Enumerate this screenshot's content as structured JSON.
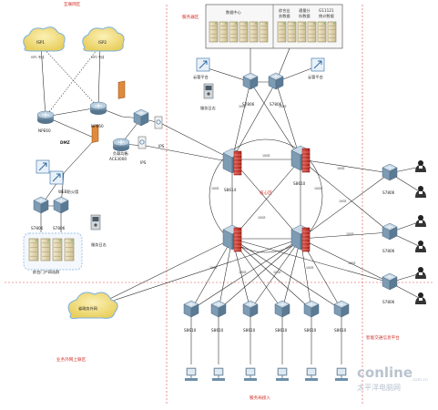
{
  "zones": {
    "internet": "互联网区",
    "service": "服务器区",
    "core": "核心区",
    "business_net": "业务外网上联区",
    "smart_traffic": "智能交通信息平台",
    "terminal_access": "服务局接入"
  },
  "datacenter": {
    "left_label": "数据中心",
    "right_lines": [
      "综合业",
      "通量分",
      "G11121",
      "务数据",
      "析数据",
      "统计数据"
    ]
  },
  "nodes": {
    "isp1": "ISP1",
    "isp2": "ISP2",
    "isp1_sub": "ISP1 专线",
    "isp2_sub": "ISP2 专线",
    "npe60_a": "NPE60",
    "npe60_b": "NPE60",
    "dmz": "DMZ",
    "lb": "负载均衡",
    "ace": "ACE3000",
    "ips_a": "IPS",
    "ips_b": "IPS",
    "web_firewall": "WEB防火墙",
    "s7806_l1": "S7806",
    "s7806_l2": "S7806",
    "log_server_l": "服务日志",
    "web_servers": "前台门户网站群",
    "s7806_t1": "S7806",
    "s7806_t2": "S7806",
    "log_server_t": "服务日志",
    "mgmt_l": "云管平台",
    "mgmt_r": "云管平台",
    "s8614": "S8614",
    "s8610": "S8610",
    "r7806_1": "S7806",
    "r7806_2": "S7806",
    "r7806_3": "S7806",
    "gov_net": "省政务外网",
    "acc1": "S8610",
    "acc2": "S8610",
    "acc3": "S8610",
    "acc4": "S8610",
    "acc5": "S8610",
    "acc6": "S8610"
  },
  "port_labels": [
    "10GE",
    "10GE",
    "10GE",
    "10GE",
    "10GE",
    "10GE",
    "10GE",
    "10GE",
    "10GE",
    "10GE",
    "10GE",
    "10GE",
    "10GE",
    "10GE"
  ],
  "watermark": {
    "brand": "conline",
    "sub": ".com.cn",
    "cn": "太平洋电脑网"
  },
  "colors": {
    "zone_border": "#e04a40",
    "zone_text": "#d03028",
    "link": "#222222",
    "cloud_fill": "#f4e48a",
    "cloud_stroke": "#7ab0e0",
    "router_fill": "#6d8fa9",
    "firewall_red": "#c8332a",
    "firewall_orange": "#e08a3c",
    "server_fill": "#e8dcb0",
    "watermark": "#b9c4cf"
  }
}
